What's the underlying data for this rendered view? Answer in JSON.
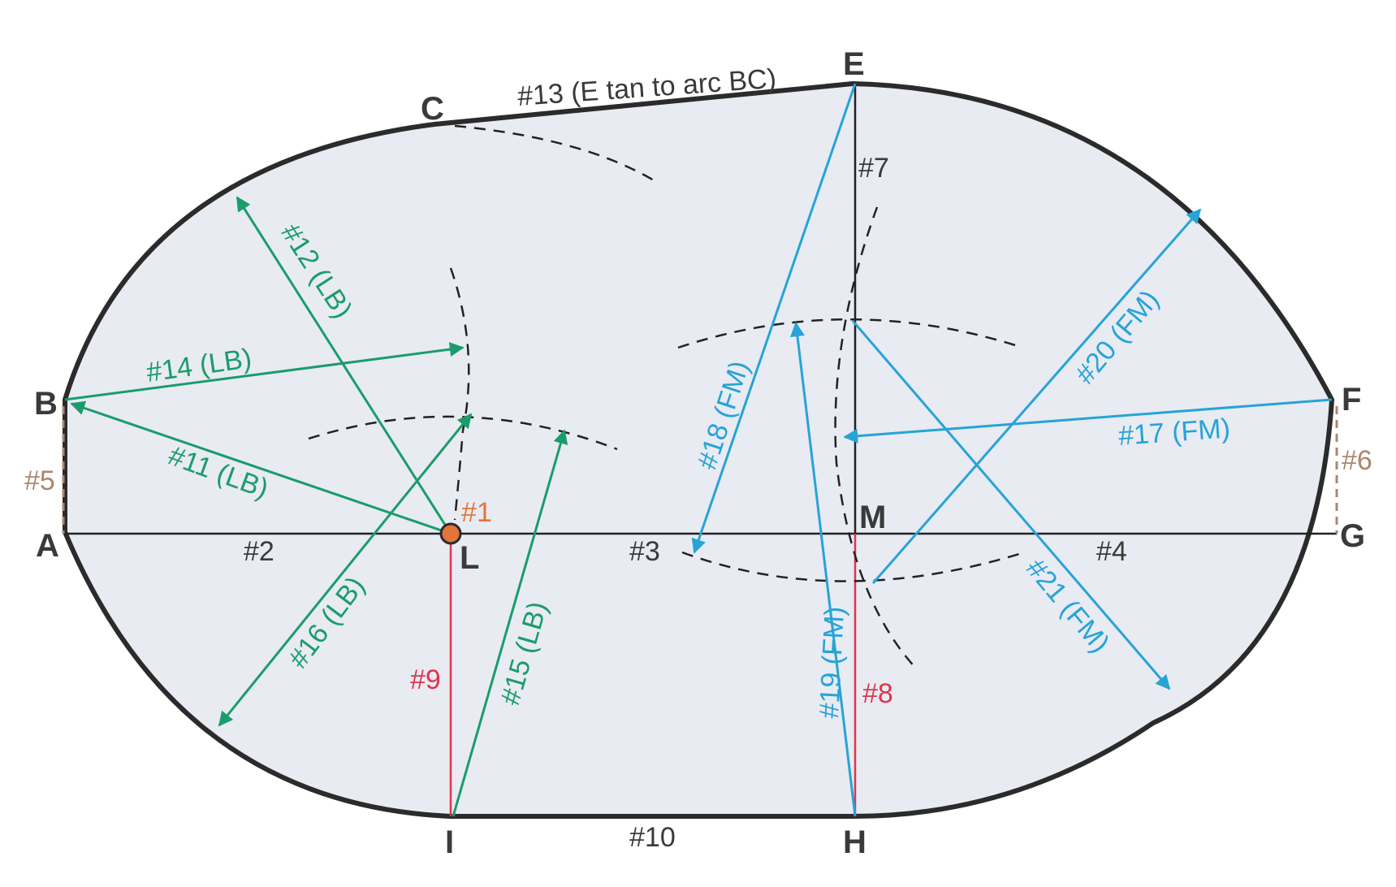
{
  "colors": {
    "fill": "#e8ebf2",
    "outline": "#2b2b2b",
    "construction": "#222222",
    "green": "#1a9c6b",
    "blue": "#27a3d8",
    "red": "#e0344f",
    "brown": "#a98770",
    "pivot": "#e3743c"
  },
  "points": {
    "A": "A",
    "B": "B",
    "C": "C",
    "E": "E",
    "F": "F",
    "G": "G",
    "H": "H",
    "I": "I",
    "L": "L",
    "M": "M"
  },
  "labels": {
    "n1": "#1",
    "n2": "#2",
    "n3": "#3",
    "n4": "#4",
    "n5": "#5",
    "n6": "#6",
    "n7": "#7",
    "n8": "#8",
    "n9": "#9",
    "n10": "#10",
    "n11": "#11 (LB)",
    "n12": "#12 (LB)",
    "n13": "#13 (E tan to arc BC)",
    "n14": "#14 (LB)",
    "n15": "#15 (LB)",
    "n16": "#16 (LB)",
    "n17": "#17 (FM)",
    "n18": "#18 (FM)",
    "n19": "#19 (FM)",
    "n20": "#20 (FM)",
    "n21": "#21 (FM)"
  }
}
